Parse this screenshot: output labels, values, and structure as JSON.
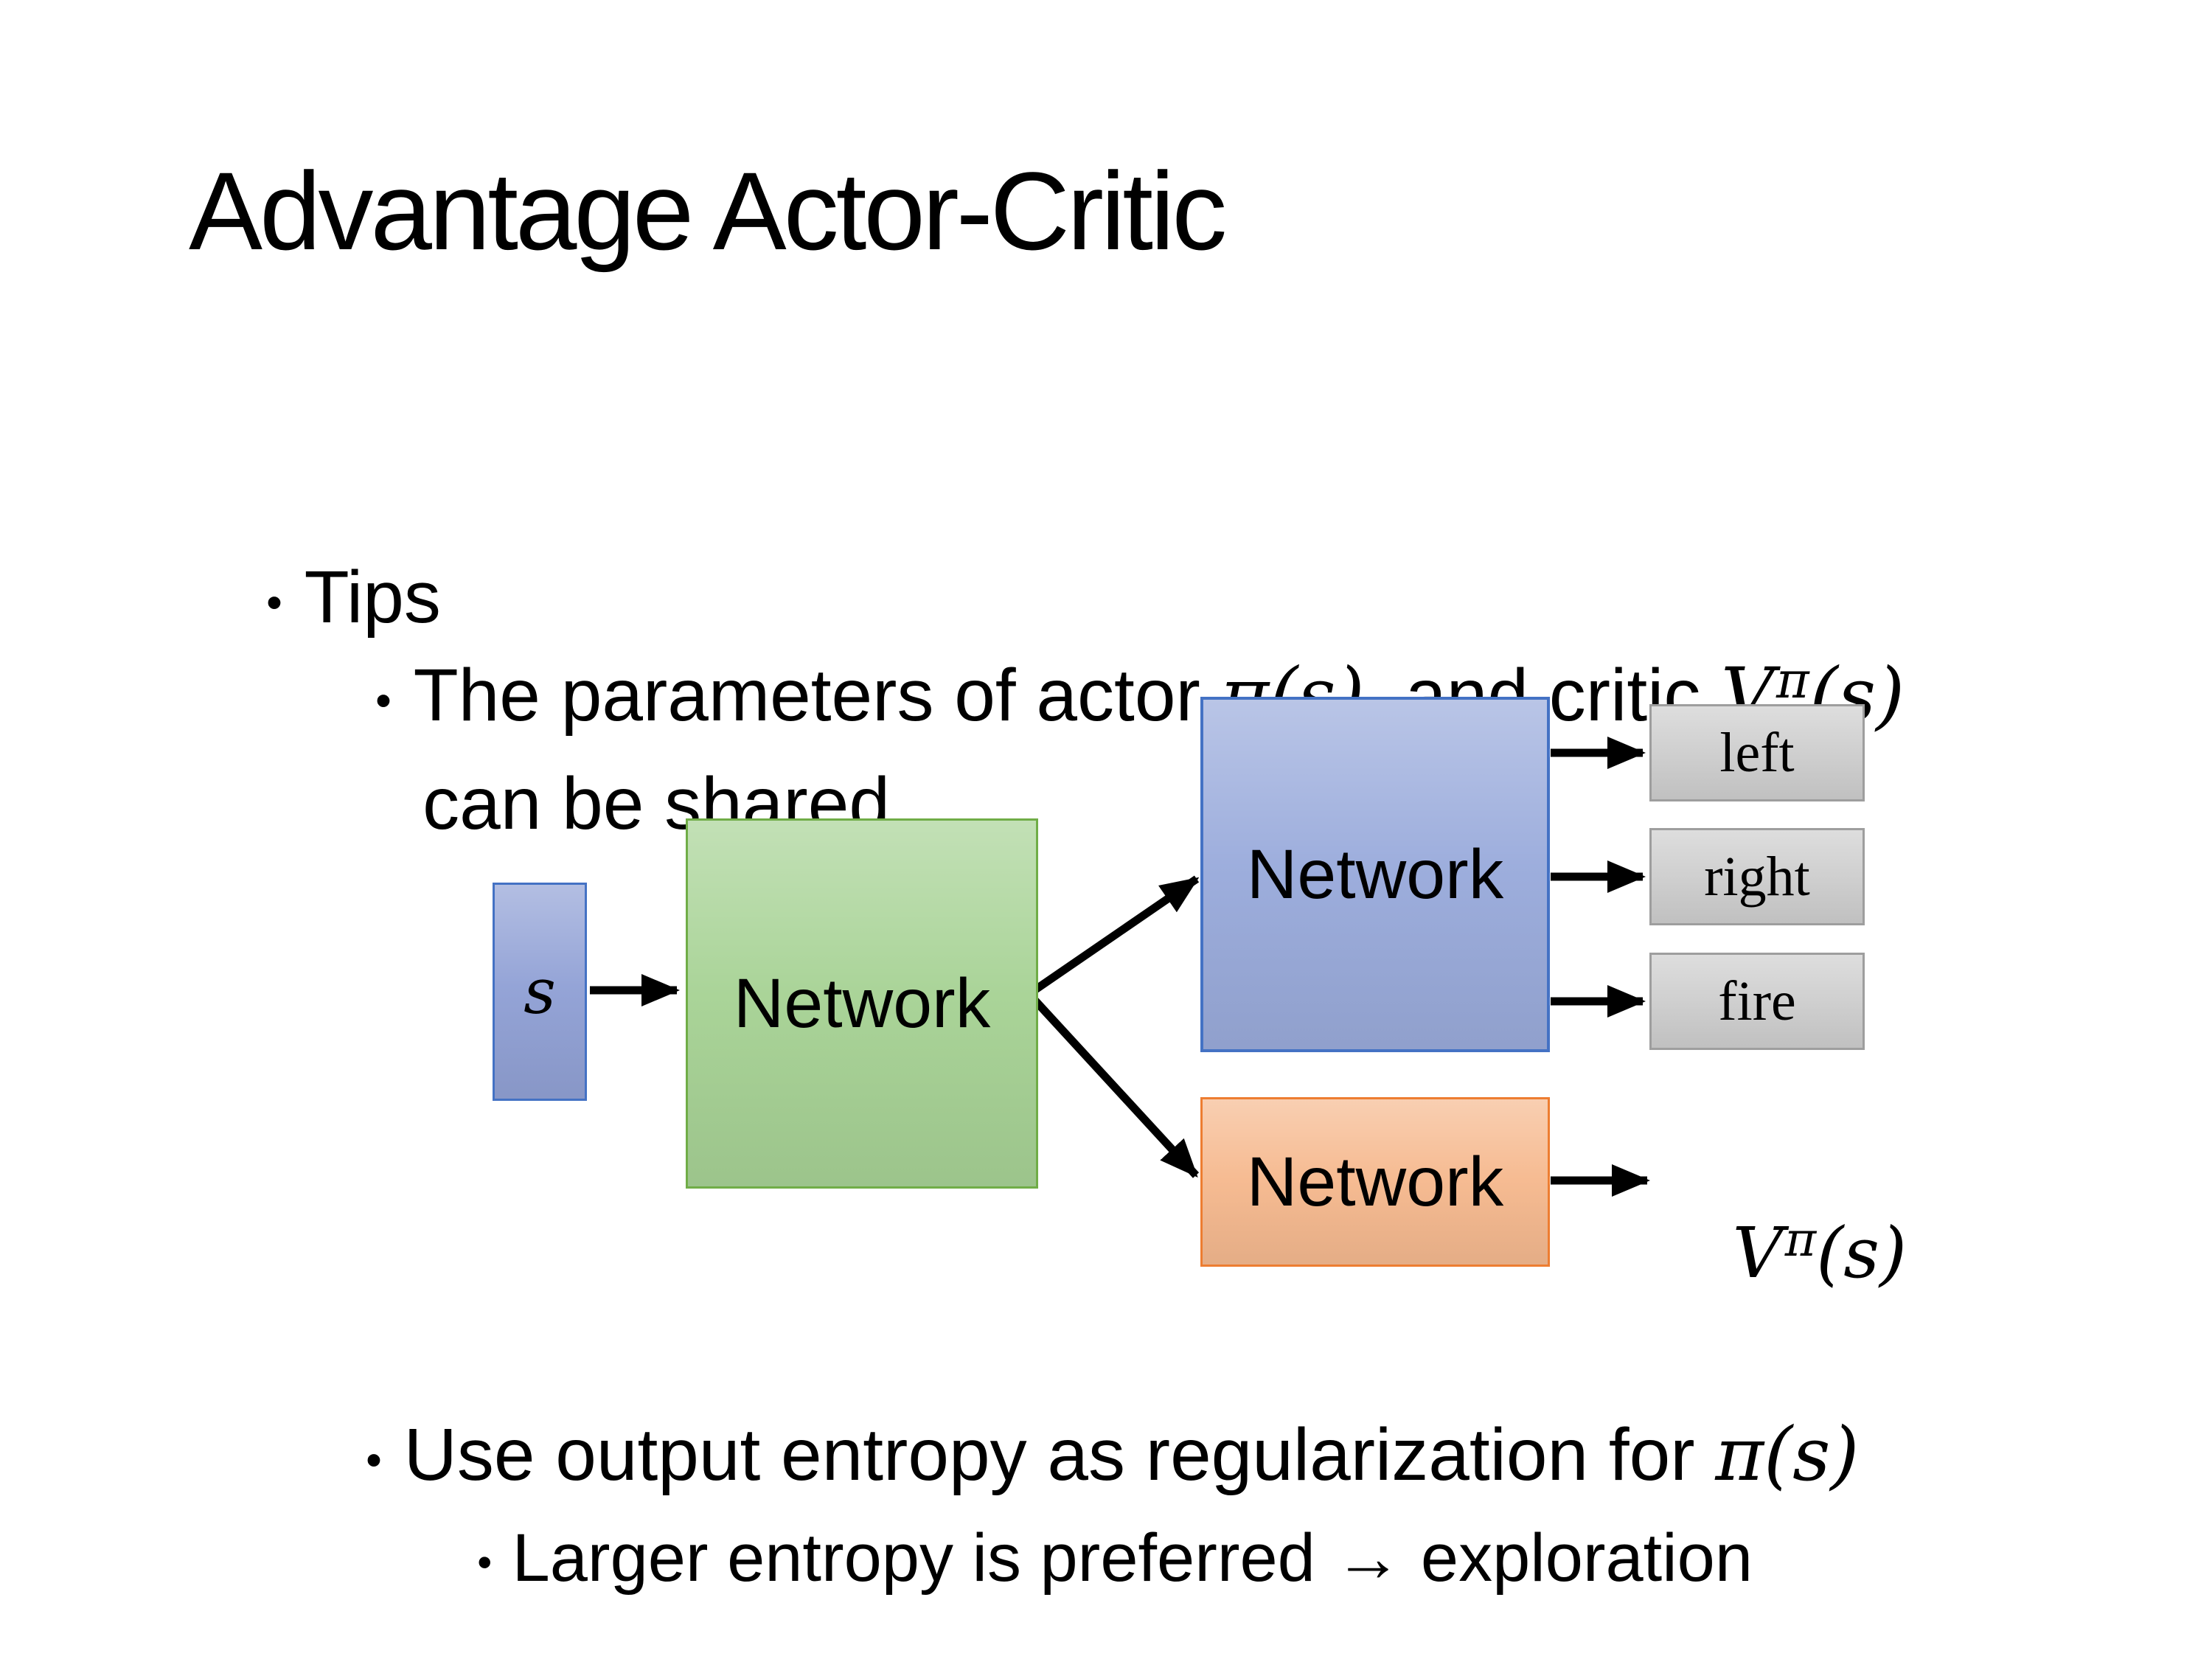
{
  "title": "Advantage Actor-Critic",
  "bullet_glyph": "•",
  "bullets": {
    "l1_tips": "Tips",
    "l2_shared": {
      "seg_plain_1": "The parameters of actor ",
      "seg_math_pi_s": "π(s)",
      "seg_plain_2": "  and critic ",
      "seg_math_v_base": "V",
      "seg_math_v_sup": "π",
      "seg_math_v_args": "(s)",
      "line2": "can be shared"
    },
    "l2_entropy": {
      "seg_plain_1": "Use output entropy as regularization for ",
      "seg_math_pi_s": "π(s)"
    },
    "l3_exploration": "Larger entropy is preferred → exploration"
  },
  "diagram": {
    "state_label": "s",
    "shared_network_label": "Network",
    "actor_network_label": "Network",
    "critic_network_label": "Network",
    "action_outputs": [
      "left",
      "right",
      "fire"
    ],
    "value_output": {
      "base": "V",
      "sup": "π",
      "args": "(s)"
    },
    "colors": {
      "state_fill": "#92A2D6",
      "state_border": "#4472C4",
      "shared_fill": "#A8D396",
      "shared_border": "#70AD47",
      "actor_fill": "#9BACDC",
      "actor_border": "#4472C4",
      "critic_fill": "#F6BA90",
      "critic_border": "#ED7D31",
      "action_fill": "#CFCFCF",
      "action_border": "#9E9E9E",
      "arrow": "#000000"
    }
  }
}
